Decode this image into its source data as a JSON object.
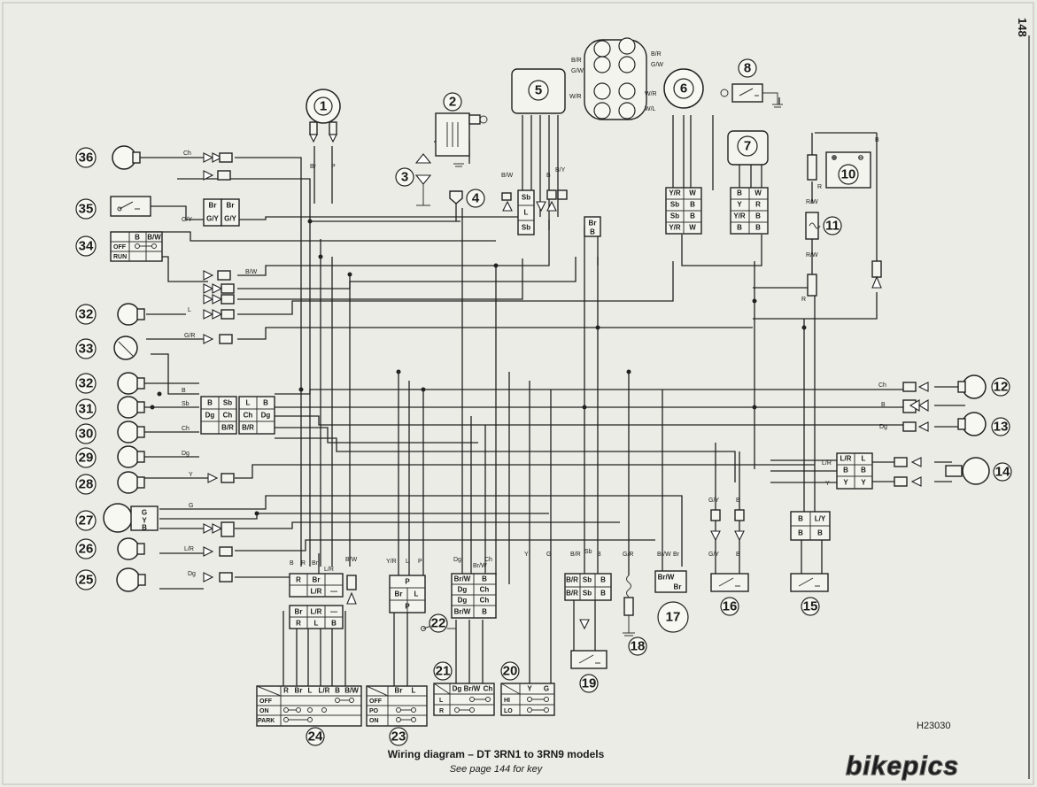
{
  "page_number": "148",
  "caption": {
    "title": "Wiring diagram – DT 3RN1 to 3RN9 models",
    "subtitle": "See page 144 for key"
  },
  "drawing_code": "H23030",
  "watermark": "bikepics",
  "callouts": [
    "1",
    "2",
    "3",
    "4",
    "5",
    "6",
    "7",
    "8",
    "10",
    "11",
    "12",
    "13",
    "14",
    "15",
    "16",
    "17",
    "18",
    "19",
    "20",
    "21",
    "22",
    "23",
    "24",
    "25",
    "26",
    "27",
    "28",
    "29",
    "30",
    "31",
    "32",
    "32",
    "33",
    "34",
    "35",
    "36"
  ],
  "left_wires": [
    {
      "num": "36",
      "label": "Ch"
    },
    {
      "num": "35",
      "label": "G/Y"
    },
    {
      "num": "34",
      "label": "B/W"
    },
    {
      "num": "32",
      "label": "L"
    },
    {
      "num": "33",
      "label": "G/R"
    },
    {
      "num": "32",
      "label": "B"
    },
    {
      "num": "31",
      "label": "Sb"
    },
    {
      "num": "30",
      "label": "Ch"
    },
    {
      "num": "29",
      "label": "Dg"
    },
    {
      "num": "28",
      "label": "Y"
    },
    {
      "num": "27",
      "label": "G"
    },
    {
      "num": "26",
      "label": "L/R"
    },
    {
      "num": "25",
      "label": "Dg"
    }
  ],
  "right_wires": [
    {
      "num": "12",
      "label": "Ch"
    },
    {
      "num": "13",
      "label": "B"
    },
    {
      "num": "13",
      "label": "Dg"
    },
    {
      "num": "14",
      "label": "L/R"
    },
    {
      "num": "14",
      "label": "Y"
    }
  ],
  "switches": {
    "s34": {
      "labels": [
        "B",
        "B/W"
      ],
      "rows": [
        "OFF",
        "RUN"
      ]
    },
    "s24": {
      "header": [
        "R",
        "Br",
        "L",
        "L/R",
        "B",
        "B/W"
      ],
      "rows": [
        "OFF",
        "ON",
        "PARK"
      ]
    },
    "s23": {
      "header": [
        "Br",
        "L"
      ],
      "rows": [
        "OFF",
        "PO",
        "ON"
      ]
    },
    "s21": {
      "header": [
        "Dg",
        "Br/W",
        "Ch"
      ],
      "rows": [
        "L",
        "R"
      ]
    },
    "s20": {
      "header": [
        "Y",
        "G"
      ],
      "rows": [
        "HI",
        "LO"
      ]
    }
  },
  "connector_labels": {
    "c_left_a": [
      "B",
      "Sb",
      "Dg",
      "Ch"
    ],
    "c_left_b": [
      "L",
      "B",
      "Ch",
      "Dg",
      "B/R",
      "B/R"
    ],
    "c_bot_a": [
      "R",
      "Br",
      "L/R",
      "—"
    ],
    "c_bot_b": [
      "Br",
      "L/R",
      "—",
      "R",
      "L",
      "B"
    ],
    "c_22": [
      "P",
      "Br",
      "L",
      "P"
    ],
    "c_21": [
      "Br/W",
      "B",
      "Dg",
      "Ch",
      "Dg",
      "Ch",
      "Br/W",
      "B"
    ],
    "c_19": [
      "B/R",
      "Sb",
      "B",
      "B/R",
      "Sb",
      "B"
    ],
    "c_17": [
      "Br/W",
      "Br"
    ],
    "c_6": [
      "Y/R",
      "W",
      "Sb",
      "B",
      "Sb",
      "B",
      "Y/R",
      "W"
    ],
    "c_7": [
      "B",
      "W",
      "Y",
      "R",
      "Y/R",
      "B",
      "B",
      "B"
    ],
    "c_14": [
      "L/R",
      "L",
      "B",
      "B",
      "Y",
      "Y"
    ],
    "c_15": [
      "B",
      "L/Y",
      "B",
      "B"
    ]
  },
  "top_labels": {
    "regulator_in": [
      "B/R",
      "G/W"
    ],
    "regulator_out": [
      "W/R",
      "W/L"
    ],
    "cdi": [
      "B/W",
      "B",
      "B/Y",
      "Sb",
      "L",
      "Sb"
    ],
    "coil_wires": [
      "Br",
      "P"
    ],
    "battery": [
      "R",
      "R/W",
      "R/W",
      "R",
      "B",
      "L/Y"
    ]
  }
}
